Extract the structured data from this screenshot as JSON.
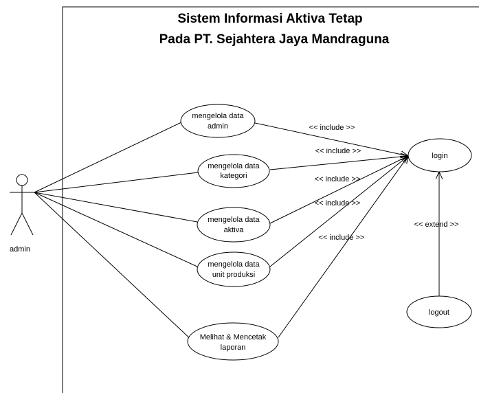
{
  "system": {
    "title_line1": "Sistem Informasi Aktiva Tetap",
    "title_line2": "Pada PT. Sejahtera Jaya Mandraguna"
  },
  "actor": {
    "label": "admin"
  },
  "use_cases": {
    "admin_data": {
      "line1": "mengelola data",
      "line2": "admin"
    },
    "kategori_data": {
      "line1": "mengelola data",
      "line2": "kategori"
    },
    "aktiva_data": {
      "line1": "mengelola data",
      "line2": "aktiva"
    },
    "unit_produksi_data": {
      "line1": "mengelola data",
      "line2": "unit produksi"
    },
    "laporan": {
      "line1": "Melihat & Mencetak",
      "line2": "laporan"
    },
    "login": {
      "line1": "login"
    },
    "logout": {
      "line1": "logout"
    }
  },
  "relations": {
    "include_label": "<< include >>",
    "extend_label": "<< extend >>"
  }
}
